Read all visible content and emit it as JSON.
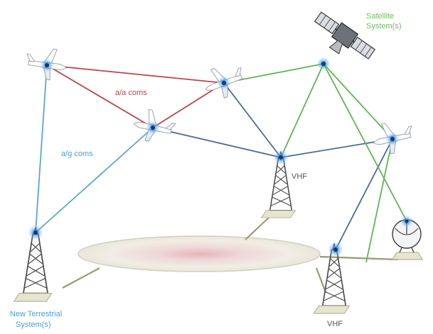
{
  "labels": {
    "satellite": [
      "Satellite",
      "System(s)"
    ],
    "aa_coms": "a/a coms",
    "ag_coms": "a/g coms",
    "vhf_center": "VHF",
    "vhf_bottom": "VHF",
    "terrestrial": [
      "New Terrestrial",
      "System(s)"
    ]
  },
  "colors": {
    "air_air": "#c0434a",
    "air_ground": "#5aa6d6",
    "satellite": "#5fb655",
    "vhf_link": "#4b6b9a",
    "ground_link": "#9a9a72",
    "node_glow": "#3a8fe0",
    "label_blue": "#4aa0d8",
    "label_green": "#6abf5a",
    "label_dark": "#555555"
  }
}
